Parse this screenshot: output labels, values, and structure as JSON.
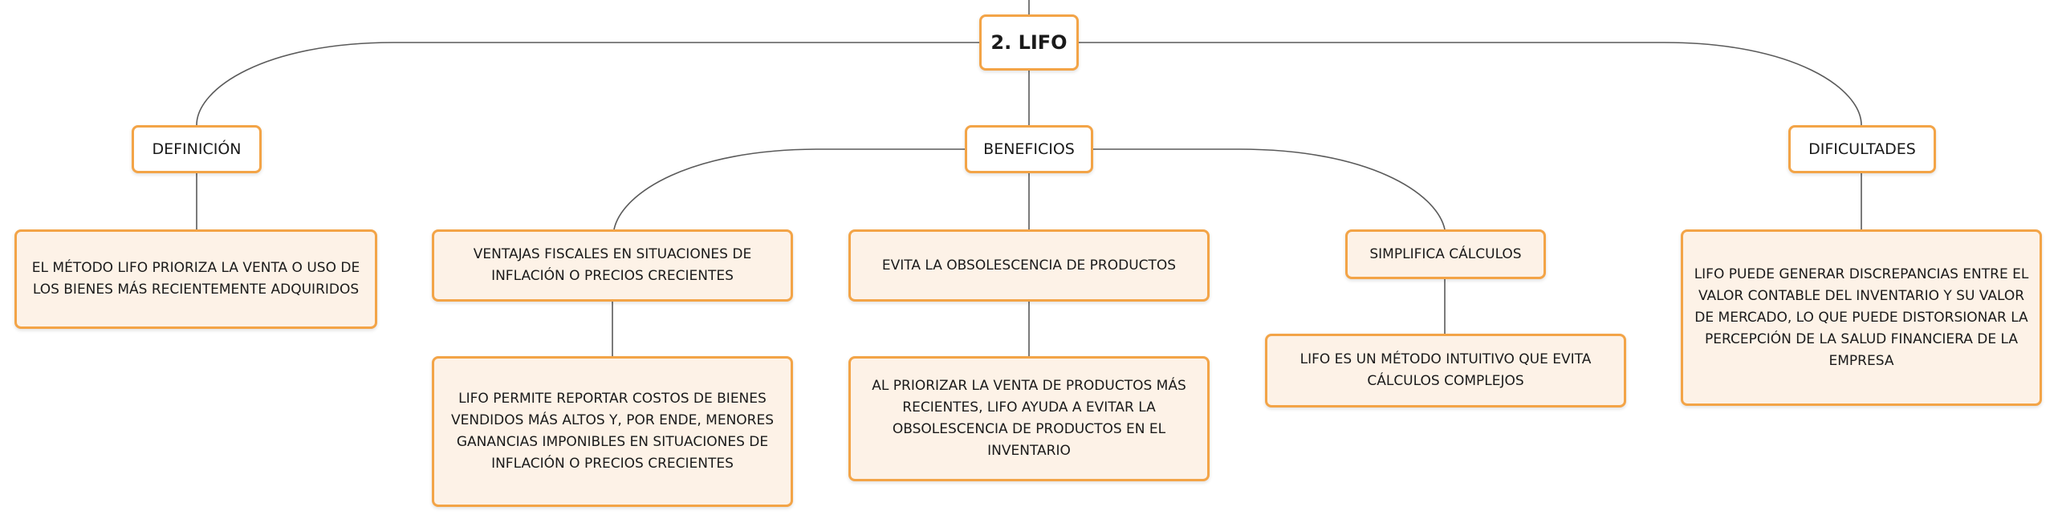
{
  "root": {
    "label": "2. LIFO"
  },
  "categories": {
    "definicion": {
      "label": "DEFINICIÓN"
    },
    "beneficios": {
      "label": "BENEFICIOS"
    },
    "dificultades": {
      "label": "DIFICULTADES"
    }
  },
  "definicion": {
    "text": "EL MÉTODO LIFO PRIORIZA LA VENTA O USO DE LOS BIENES MÁS RECIENTEMENTE ADQUIRIDOS"
  },
  "beneficios": {
    "ventajas": {
      "label": "VENTAJAS FISCALES EN SITUACIONES DE INFLACIÓN O PRECIOS CRECIENTES",
      "detail": "LIFO PERMITE REPORTAR COSTOS DE BIENES VENDIDOS MÁS ALTOS Y, POR ENDE, MENORES GANANCIAS IMPONIBLES EN SITUACIONES DE INFLACIÓN O PRECIOS CRECIENTES"
    },
    "obsolescencia": {
      "label": "EVITA LA OBSOLESCENCIA DE PRODUCTOS",
      "detail": "AL PRIORIZAR LA VENTA DE PRODUCTOS MÁS RECIENTES, LIFO AYUDA A EVITAR LA OBSOLESCENCIA DE PRODUCTOS EN EL INVENTARIO"
    },
    "simplifica": {
      "label": "SIMPLIFICA CÁLCULOS",
      "detail": "LIFO ES UN MÉTODO INTUITIVO QUE EVITA CÁLCULOS COMPLEJOS"
    }
  },
  "dificultades": {
    "text": "LIFO PUEDE GENERAR DISCREPANCIAS ENTRE EL VALOR CONTABLE DEL INVENTARIO Y SU VALOR DE MERCADO, LO QUE PUEDE DISTORSIONAR LA PERCEPCIÓN DE LA SALUD FINANCIERA DE LA EMPRESA"
  },
  "colors": {
    "node_border": "#f3a447",
    "node_fill": "#fdf2e7",
    "root_fill": "#ffffff",
    "connector": "#5a5a5a"
  }
}
